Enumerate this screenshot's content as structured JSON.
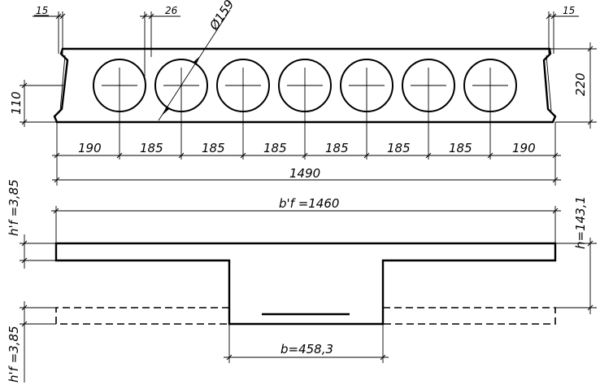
{
  "top_section": {
    "dim_edge_left": "15",
    "dim_gap": "26",
    "dim_hole_diameter": "Ø159",
    "dim_edge_right": "15",
    "dim_height_total": "220",
    "dim_height_half": "110",
    "dim_spacing": [
      "190",
      "185",
      "185",
      "185",
      "185",
      "185",
      "185",
      "190"
    ],
    "dim_total_width": "1490",
    "hole_count": 7
  },
  "bottom_section": {
    "dim_flange_width": "b'f =1460",
    "dim_flange_top_left": "h'f =3,85",
    "dim_web_height_right": "h=143,1",
    "dim_web_width": "b=458,3",
    "dim_flange_bottom_left": "h'f =3,85"
  }
}
